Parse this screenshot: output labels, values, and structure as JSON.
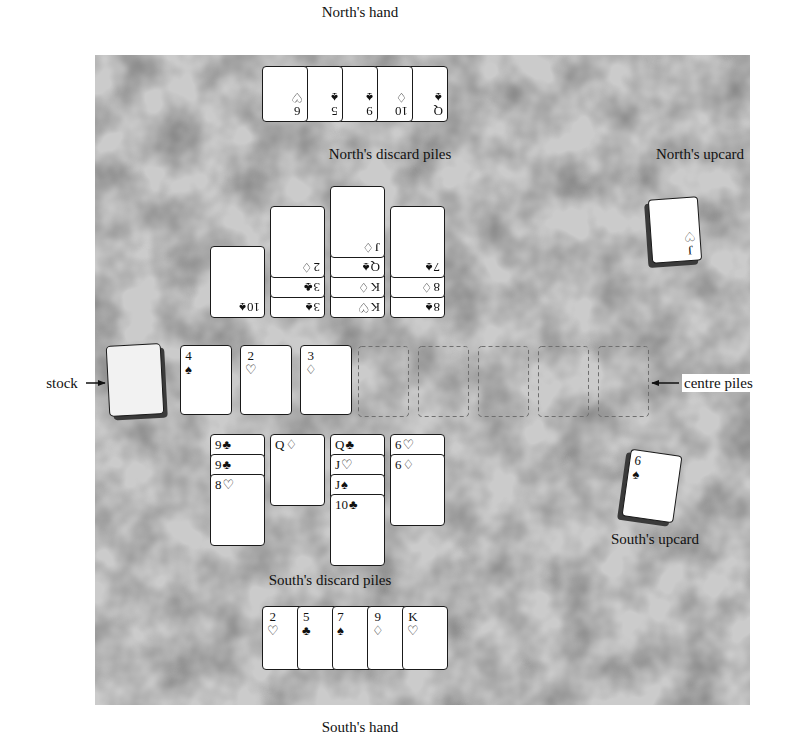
{
  "diagram": {
    "nodes": [
      {
        "text": [
          "6",
          "♡"
        ]
      },
      {
        "text": [
          "5",
          "♠"
        ]
      },
      {
        "text": [
          "9",
          "♠"
        ]
      },
      {
        "text": [
          "10",
          "♢"
        ]
      },
      {
        "text": [
          "Q",
          "♠"
        ]
      },
      {
        "text": [
          "10",
          "♠"
        ]
      },
      {
        "text": [
          "2",
          "♢"
        ]
      },
      {
        "text": [
          "3",
          "♣"
        ]
      },
      {
        "text": [
          "3",
          "♠"
        ]
      },
      {
        "text": [
          "J",
          "♢"
        ]
      },
      {
        "text": [
          "Q",
          "♠"
        ]
      },
      {
        "text": [
          "K",
          "♢"
        ]
      },
      {
        "text": [
          "K",
          "♡"
        ]
      },
      {
        "text": [
          "7",
          "♠"
        ]
      },
      {
        "text": [
          "8",
          "♢"
        ]
      },
      {
        "text": [
          "8",
          "♠"
        ]
      },
      {
        "text": [
          "J",
          "♡"
        ]
      },
      {
        "text": [
          "4",
          "♠"
        ]
      },
      {
        "text": [
          "2",
          "♡"
        ]
      },
      {
        "text": [
          "3",
          "♢"
        ]
      },
      {
        "text": [
          "9",
          "♣"
        ]
      },
      {
        "text": [
          "9",
          "♣"
        ]
      },
      {
        "text": [
          "8",
          "♡"
        ]
      },
      {
        "text": [
          "Q",
          "♢"
        ]
      },
      {
        "text": [
          "Q",
          "♣"
        ]
      },
      {
        "text": [
          "J",
          "♡"
        ]
      },
      {
        "text": [
          "J",
          "♠"
        ]
      },
      {
        "text": [
          "10",
          "♣"
        ]
      },
      {
        "text": [
          "6",
          "♡"
        ]
      },
      {
        "text": [
          "6",
          "♢"
        ]
      },
      {
        "text": [
          "6",
          "♠"
        ]
      },
      {
        "text": [
          "2",
          "♡"
        ]
      },
      {
        "text": [
          "5",
          "♣"
        ]
      },
      {
        "text": [
          "7",
          "♠"
        ]
      },
      {
        "text": [
          "9",
          "♢"
        ]
      },
      {
        "text": [
          "K",
          "♡"
        ]
      }
    ],
    "labels": [
      "North's hand",
      "North's discard piles",
      "North's upcard",
      "stock",
      "centre piles",
      "South's upcard",
      "South's discard piles",
      "South's hand"
    ]
  }
}
